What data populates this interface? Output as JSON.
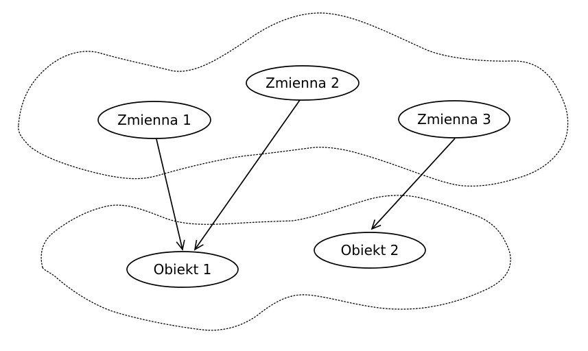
{
  "diagram": {
    "type": "graph",
    "colors": {
      "background": "#ffffff",
      "stroke": "#000000",
      "text": "#000000"
    },
    "clusters": [
      {
        "id": "cluster-variables",
        "outline_style": "dotted",
        "contains": [
          "Zmienna 1",
          "Zmienna 2",
          "Zmienna 3"
        ]
      },
      {
        "id": "cluster-objects",
        "outline_style": "dotted",
        "contains": [
          "Obiekt 1",
          "Obiekt 2"
        ]
      }
    ],
    "nodes": [
      {
        "id": "zmienna-1",
        "label": "Zmienna 1",
        "shape": "ellipse"
      },
      {
        "id": "zmienna-2",
        "label": "Zmienna 2",
        "shape": "ellipse"
      },
      {
        "id": "zmienna-3",
        "label": "Zmienna 3",
        "shape": "ellipse"
      },
      {
        "id": "obiekt-1",
        "label": "Obiekt 1",
        "shape": "ellipse"
      },
      {
        "id": "obiekt-2",
        "label": "Obiekt 2",
        "shape": "ellipse"
      }
    ],
    "edges": [
      {
        "from": "Zmienna 1",
        "to": "Obiekt 1",
        "arrowhead": "open-vee"
      },
      {
        "from": "Zmienna 2",
        "to": "Obiekt 1",
        "arrowhead": "open-vee"
      },
      {
        "from": "Zmienna 3",
        "to": "Obiekt 2",
        "arrowhead": "open-vee"
      }
    ]
  }
}
